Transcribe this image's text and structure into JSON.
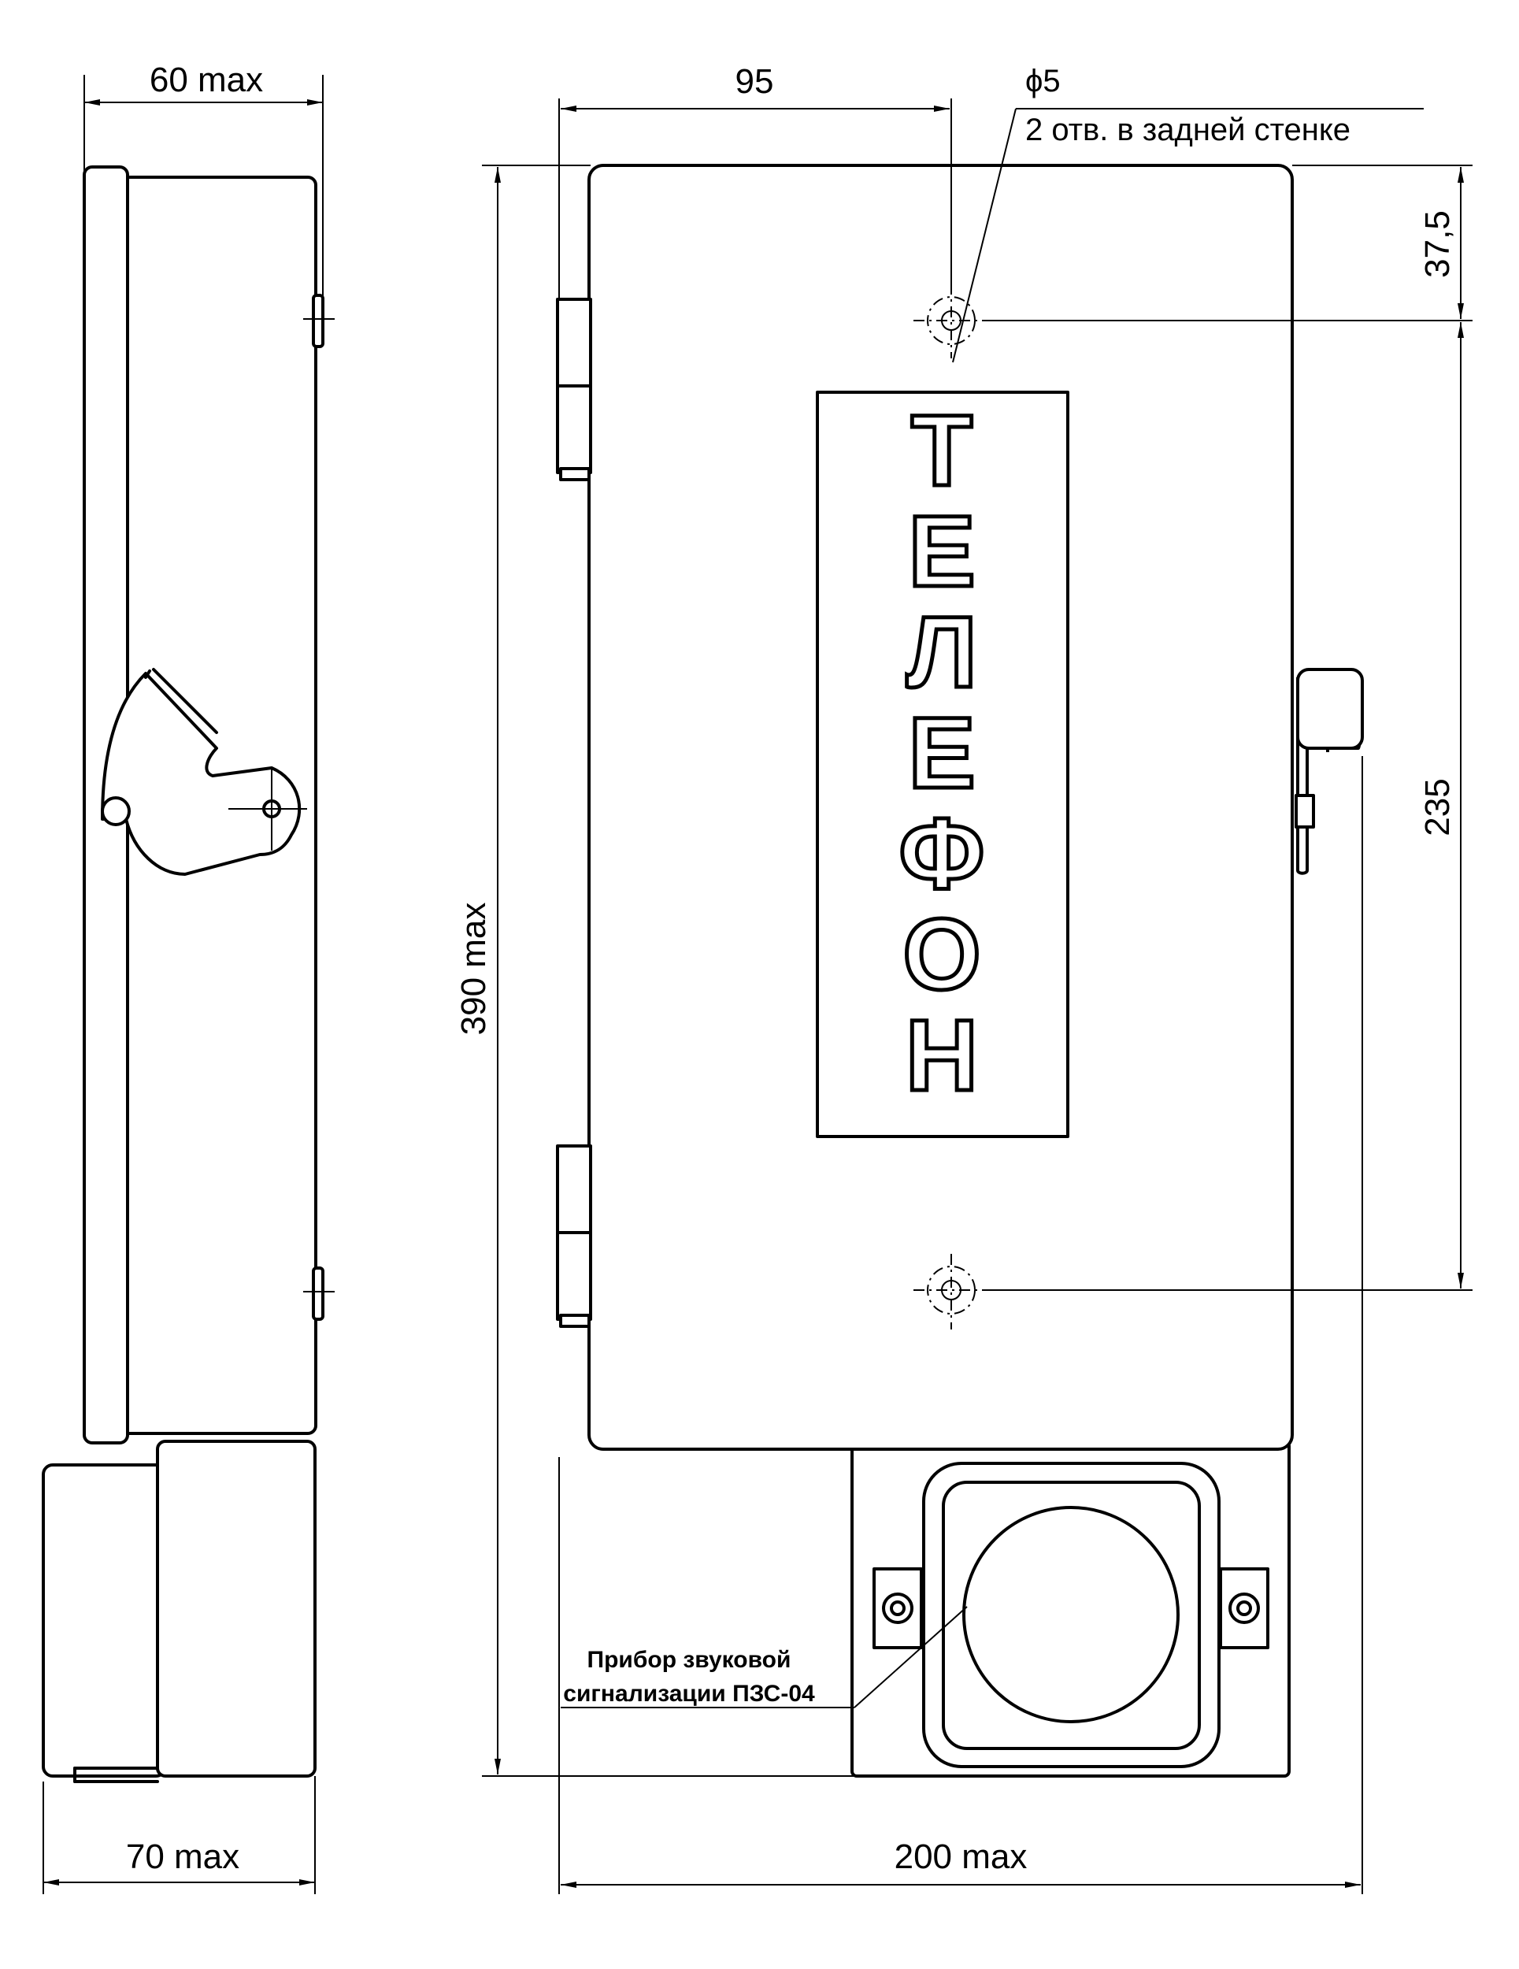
{
  "dimensions": {
    "side_top_width": "60 max",
    "side_bottom_width": "70 max",
    "front_width": "200 max",
    "front_height": "390 max",
    "hole_offset_x": "95",
    "hole_offset_y": "37,5",
    "hole_spacing": "235"
  },
  "hole_note": {
    "diameter": "ϕ5",
    "text": "2 отв. в задней стенке"
  },
  "sign": {
    "letters": [
      "Т",
      "Е",
      "Л",
      "Е",
      "Ф",
      "О",
      "Н"
    ]
  },
  "siren_callout": {
    "line1": "Прибор звуковой",
    "line2": "сигнализации ПЗС-04"
  }
}
